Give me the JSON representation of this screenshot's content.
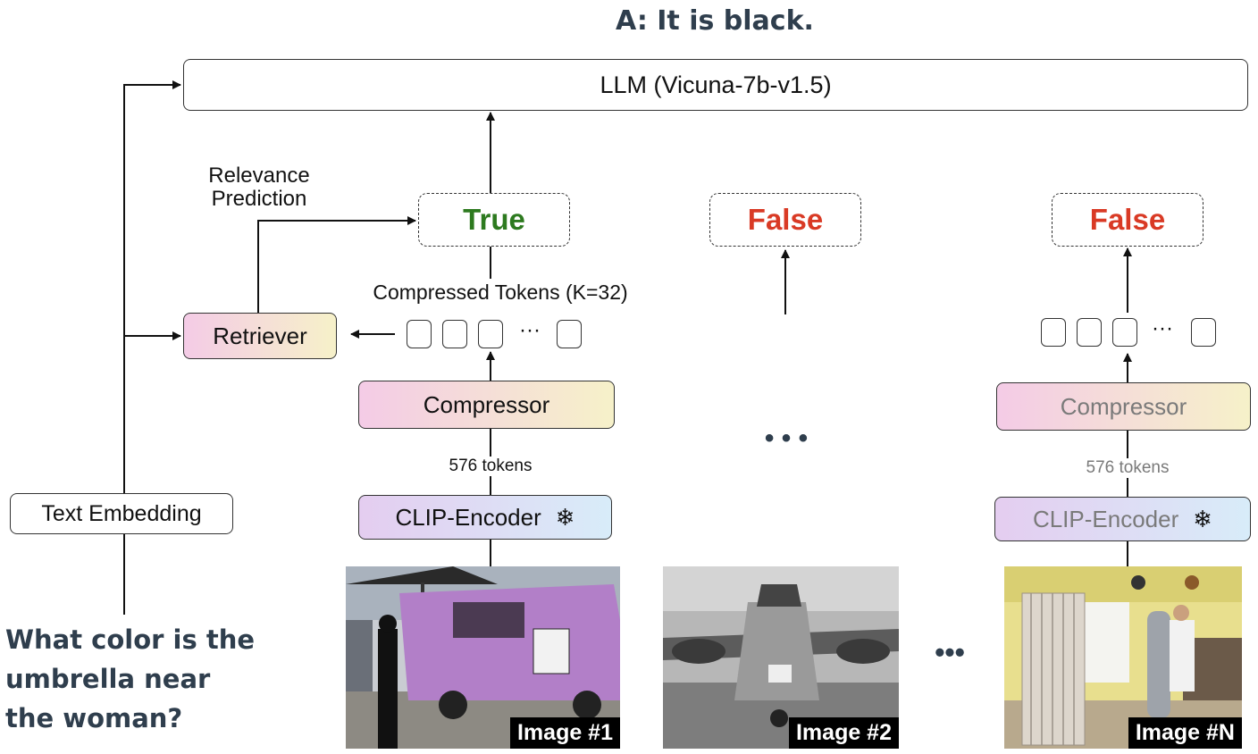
{
  "answer": "A: It is black.",
  "llm_label": "LLM (Vicuna-7b-v1.5)",
  "relevance_label": [
    "Relevance",
    "Prediction"
  ],
  "retriever_label": "Retriever",
  "text_embedding_label": "Text Embedding",
  "question": [
    "What color is the",
    "umbrella near",
    "the woman?"
  ],
  "compressed_tokens_label": "Compressed Tokens (K=32)",
  "token_ellipsis": "···",
  "branch_ellipsis": "• • •",
  "image_ellipsis": "•••",
  "predictions": [
    {
      "text": "True",
      "color": "#2d7a1f"
    },
    {
      "text": "False",
      "color": "#d93a25"
    },
    {
      "text": "False",
      "color": "#d93a25"
    }
  ],
  "compressor_label": "Compressor",
  "tokens_count_label": "576 tokens",
  "clip_label": "CLIP-Encoder",
  "snowflake_icon": "❄",
  "images": [
    {
      "label": "Image #1"
    },
    {
      "label": "Image #2"
    },
    {
      "label": "Image #N"
    }
  ],
  "colors": {
    "title": "#2f3e4d",
    "true": "#2d7a1f",
    "false": "#d93a25"
  }
}
